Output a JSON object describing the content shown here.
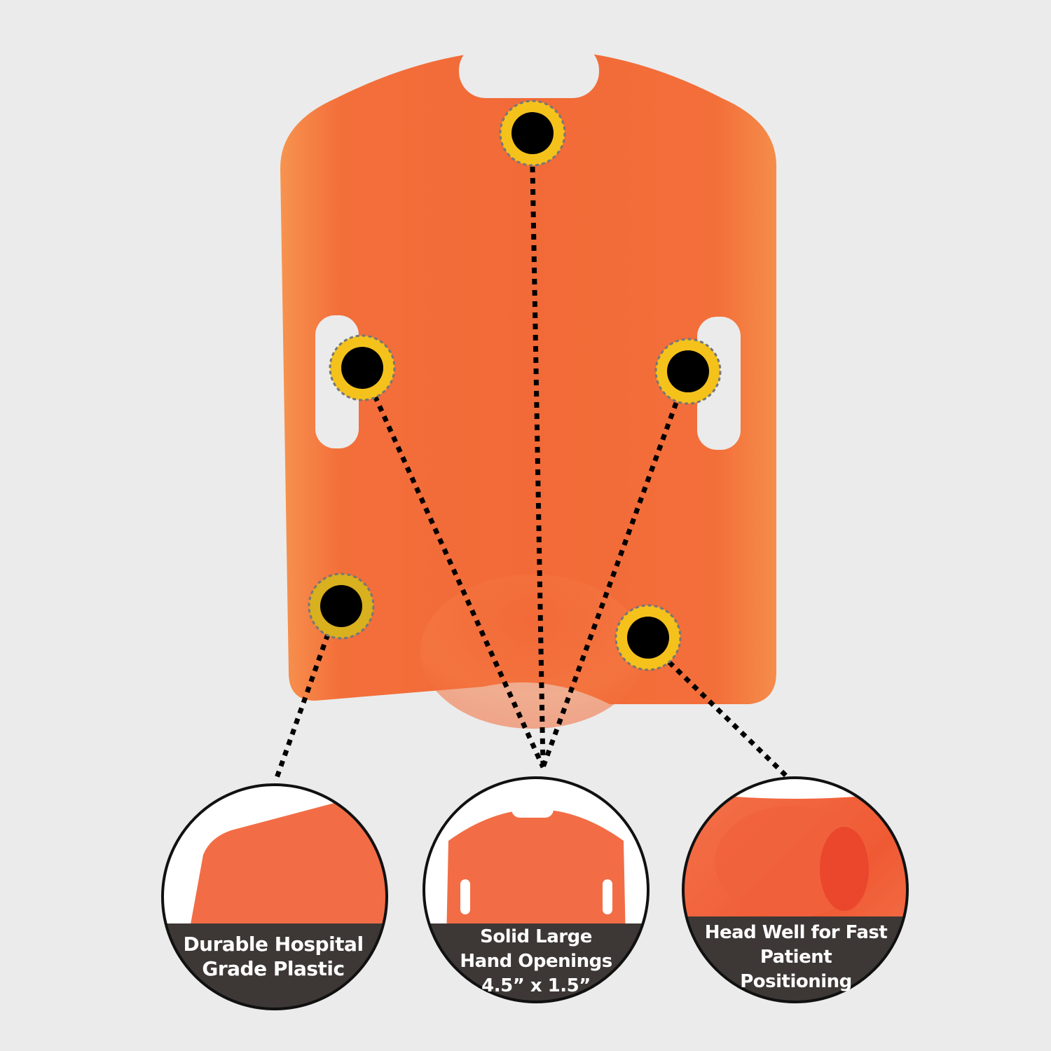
{
  "colors": {
    "background": "#ebebeb",
    "board_orange": "#f26a38",
    "board_highlight": "#f7934f",
    "marker_ring": "#f5c21c",
    "marker_dot": "#000000",
    "caption_band": "#3d3836"
  },
  "callouts": [
    {
      "lines": [
        "Durable Hospital",
        "Grade Plastic"
      ]
    },
    {
      "lines": [
        "Solid Large",
        "Hand Openings",
        "4.5” x 1.5”"
      ]
    },
    {
      "lines": [
        "Head Well for Fast",
        "Patient",
        "Positioning"
      ]
    }
  ]
}
